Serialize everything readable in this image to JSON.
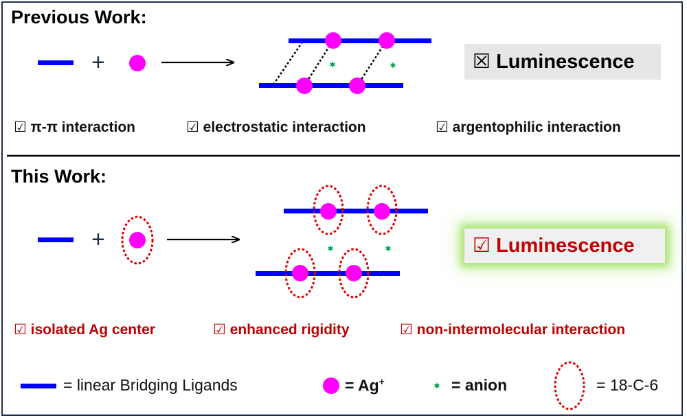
{
  "previous": {
    "heading": "Previous Work:",
    "plus": "+",
    "result": "Luminescence",
    "result_box": "☒",
    "checkbox": "☑",
    "properties": [
      "π-π interaction",
      "electrostatic interaction",
      "argentophilic interaction"
    ]
  },
  "this": {
    "heading": "This Work:",
    "plus": "+",
    "result": "Luminescence",
    "result_box": "☑",
    "checkbox": "☑",
    "properties": [
      "isolated Ag center",
      "enhanced rigidity",
      "non-intermolecular interaction"
    ]
  },
  "legend": {
    "ligand": "= linear Bridging Ligands",
    "ag": "= Ag",
    "ag_sup": "+",
    "anion": "= anion",
    "crown": "= 18-C-6"
  },
  "colors": {
    "ligand": "#0000ff",
    "ag": "#ff00ff",
    "anion": "#00a651",
    "crown": "#e00000",
    "accent_red": "#c00000"
  }
}
